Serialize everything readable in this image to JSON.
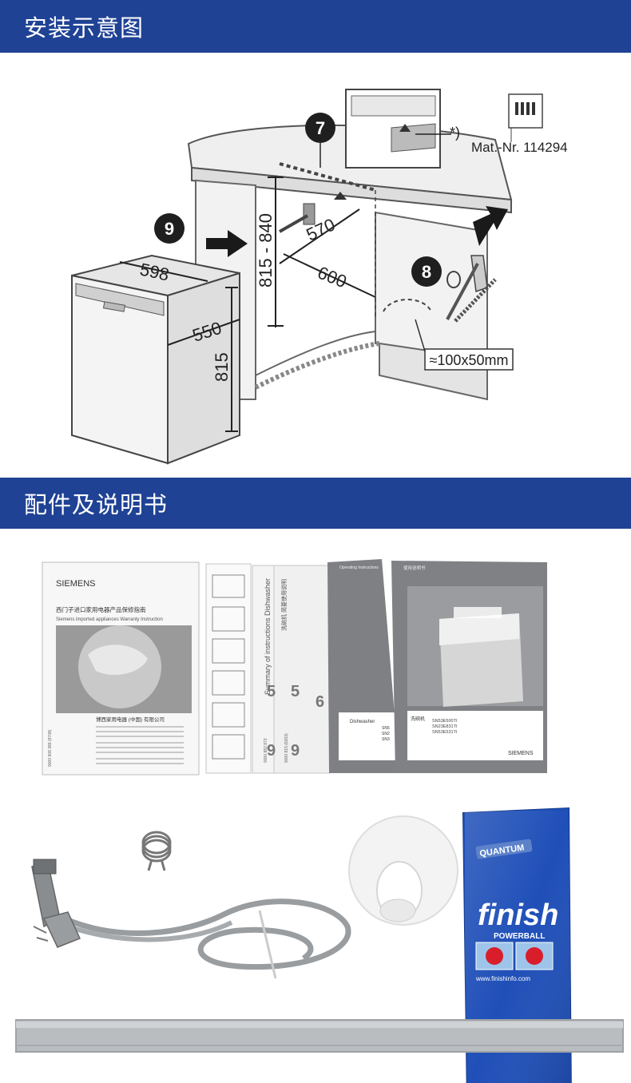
{
  "sections": {
    "installation_title": "安装示意图",
    "accessories_title": "配件及说明书"
  },
  "diagram": {
    "step_7": "7",
    "step_8": "8",
    "step_9": "9",
    "dim_598": "598",
    "dim_550": "550",
    "dim_815": "815",
    "dim_815_840": "815 - 840",
    "dim_570": "570",
    "dim_600": "600",
    "opening": "≈100x50mm",
    "footnote_mark": "*)",
    "mat_nr": "Mat.-Nr. 114294"
  },
  "manual_warranty": {
    "brand": "SIEMENS",
    "title_cn": "西门子进口家用电器产品保修指南",
    "title_en": "Siemens imported appliances Warranty Instruction",
    "company": "博西家用电器 (中国) 有限公司",
    "code": "9000 908 389 (9708)"
  },
  "manual_summary": {
    "title": "Summary of instructions Dishwasher",
    "title_cn": "洗碗机 简要使用说明",
    "code_1": "9000 882 873",
    "code_2": "9000 815 (9203)",
    "step_5": "5",
    "step_6": "6",
    "step_9": "9"
  },
  "manual_operating": {
    "header_en": "Operating Instructions",
    "header_cn": "使用说明书",
    "product_en": "Dishwasher",
    "models_en_1": "SN5",
    "models_en_2": "SN2",
    "models_en_3": "SN3",
    "product_cn": "洗碗机",
    "model_1": "SN53E500TI",
    "model_2": "SN23E831TI",
    "model_3": "SN53E531TI",
    "brand": "SIEMENS"
  },
  "finish_pack": {
    "series": "QUANTUM",
    "brand": "finish",
    "line": "POWERBALL",
    "url": "www.finishinfo.com"
  },
  "colors": {
    "banner": "#1f4295",
    "banner_text": "#ffffff",
    "diagram_line": "#333333",
    "manual_dark": "#7f8083"
  }
}
